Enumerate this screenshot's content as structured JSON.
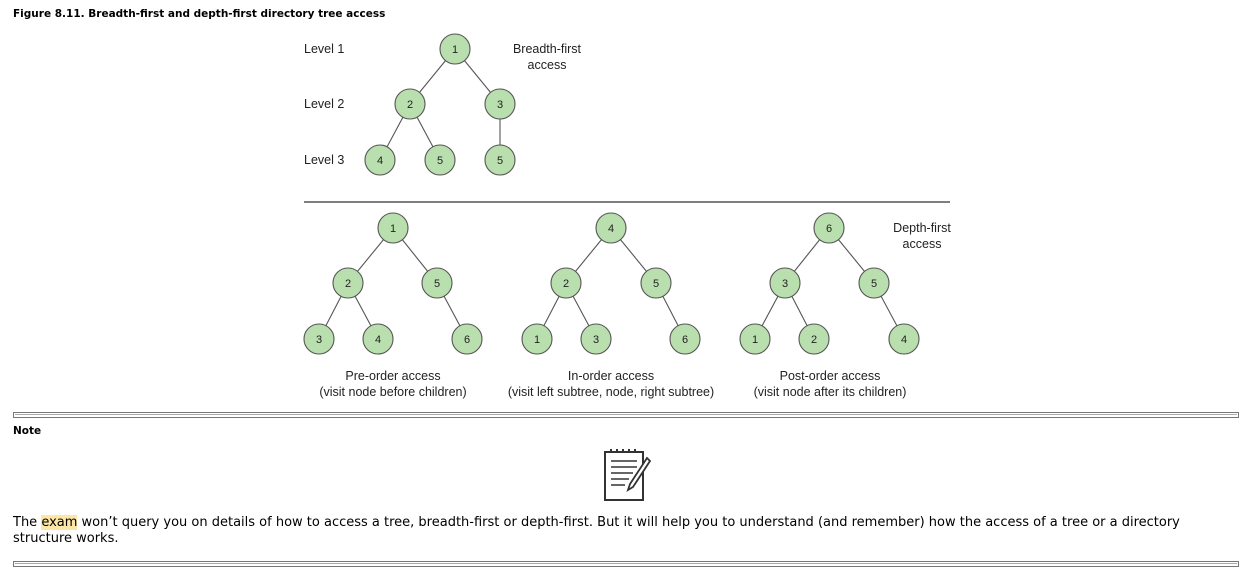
{
  "figure_title": "Figure 8.11. Breadth-first and depth-first directory tree access",
  "breadth_first": {
    "label_line1": "Breadth-first",
    "label_line2": "access",
    "levels": [
      "Level 1",
      "Level 2",
      "Level 3"
    ],
    "nodes": [
      "1",
      "2",
      "3",
      "4",
      "5",
      "5"
    ]
  },
  "depth_first": {
    "label_line1": "Depth-first",
    "label_line2": "access",
    "trees": [
      {
        "nodes": [
          "1",
          "2",
          "5",
          "3",
          "4",
          "6"
        ],
        "caption1": "Pre-order access",
        "caption2": "(visit node before children)"
      },
      {
        "nodes": [
          "4",
          "2",
          "5",
          "1",
          "3",
          "6"
        ],
        "caption1": "In-order access",
        "caption2": "(visit left subtree, node, right subtree)"
      },
      {
        "nodes": [
          "6",
          "3",
          "5",
          "1",
          "2",
          "4"
        ],
        "caption1": "Post-order access",
        "caption2": "(visit node after its children)"
      }
    ]
  },
  "note": {
    "heading": "Note",
    "icon": "notepad-pencil-icon",
    "text_before": "The ",
    "highlight": "exam",
    "text_after": " won’t query you on details of how to access a tree, breadth-first or depth-first. But it will help you to understand (and remember) how the access of a tree or a directory structure works."
  },
  "colors": {
    "node_fill": "#b9dfae",
    "node_stroke": "#555555",
    "highlight": "#fde7a6"
  }
}
